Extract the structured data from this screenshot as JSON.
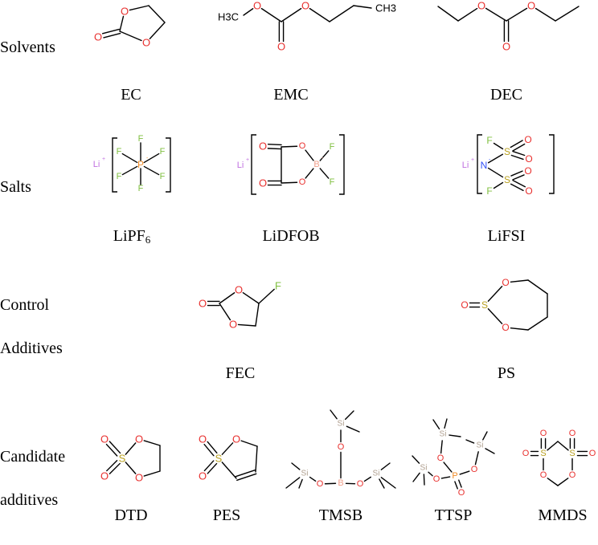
{
  "categories": {
    "solvents": "Solvents",
    "salts": "Salts",
    "control_line1": "Control",
    "control_line2": "Additives",
    "candidate_line1": "Candidate",
    "candidate_line2": "additives"
  },
  "molecules": {
    "ec": {
      "label": "EC"
    },
    "emc": {
      "label": "EMC",
      "atom_h3c": "H3C",
      "atom_ch3": "CH3"
    },
    "dec": {
      "label": "DEC"
    },
    "lipf6": {
      "label_main": "LiPF",
      "label_sub": "6"
    },
    "lidfob": {
      "label": "LiDFOB"
    },
    "lifsi": {
      "label": "LiFSI"
    },
    "fec": {
      "label": "FEC"
    },
    "ps": {
      "label": "PS"
    },
    "dtd": {
      "label": "DTD"
    },
    "pes": {
      "label": "PES"
    },
    "tmsb": {
      "label": "TMSB"
    },
    "ttsp": {
      "label": "TTSP"
    },
    "mmds": {
      "label": "MMDS"
    }
  },
  "atoms": {
    "O": "O",
    "F": "F",
    "P": "P",
    "B": "B",
    "S": "S",
    "N": "N",
    "Si": "Si",
    "Li": "Li",
    "plus": "+",
    "minus": "-"
  },
  "colors": {
    "oxygen": "#e8312f",
    "fluorine": "#7fbf3f",
    "phosphorus": "#f08c28",
    "boron": "#f0a08c",
    "sulfur": "#b8a020",
    "nitrogen": "#3050f8",
    "silicon": "#b0a090",
    "lithium": "#c070e0",
    "bond": "#000000"
  }
}
